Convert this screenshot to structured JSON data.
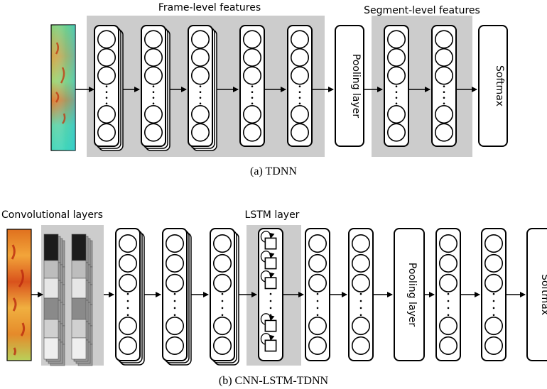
{
  "diagram_a": {
    "frame_label": "Frame-level features",
    "segment_label": "Segment-level features",
    "pooling_label": "Pooling layer",
    "softmax_label": "Softmax",
    "caption": "(a) TDNN"
  },
  "diagram_b": {
    "conv_label": "Convolutional layers",
    "lstm_label": "LSTM layer",
    "pooling_label": "Pooling layer",
    "softmax_label": "Softmax",
    "caption": "(b) CNN-LSTM-TDNN"
  },
  "colors": {
    "shade": "#cccccc",
    "stroke": "#000000",
    "spectrogram_base": "#3fd6b0",
    "spectrogram_hot": "#e0401c"
  }
}
